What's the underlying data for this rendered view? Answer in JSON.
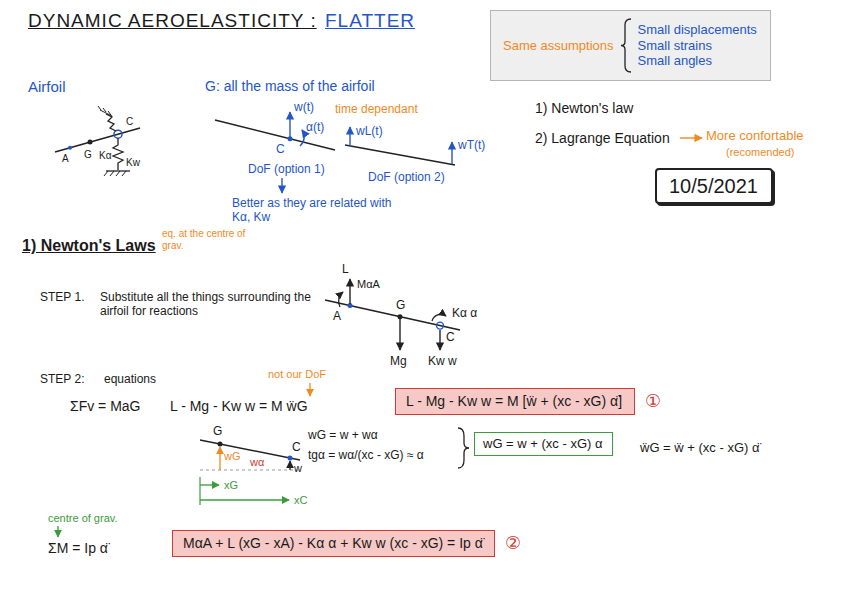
{
  "diagram": {
    "title": "DYNAMIC AEROELASTICITY :",
    "nodes": [
      {
        "text": [
          "Same assumptions",
          "Small displacements",
          "Small strains",
          "Small angles"
        ]
      },
      {
        "text": [
          "10/5/2021"
        ]
      },
      {
        "text": [
          "L - Mg - Kw w = M [ẅ + (xc - xG) α̈]"
        ]
      },
      {
        "text": [
          "wG = w + (xc - xG) α"
        ]
      },
      {
        "text": [
          "MαA + L (xG - xA) - Kα α + Kw w (xc - xG) = Ip α̈"
        ]
      }
    ],
    "labels": [
      "FLATTER",
      "Airfoil",
      "G: all the mass of the airfoil",
      "A",
      "G",
      "Kα",
      "C",
      "Kw",
      "w(t)",
      "time dependant",
      "α(t)",
      "C",
      "DoF (option 1)",
      "Better as they are related with Kα, Kw",
      "wL(t)",
      "wT(t)",
      "DoF (option 2)",
      "1) Newton's law",
      "2) Lagrange Equation",
      "More confortable",
      "(recomended)",
      "1) Newton's Laws",
      "eq. at the centre of grav.",
      "STEP 1.",
      "Substitute all the things surrounding the airfoil for reactions",
      "L",
      "MαA",
      "A",
      "G",
      "Kα α",
      "C",
      "Mg",
      "Kw w",
      "STEP 2:",
      "equations",
      "not our DoF",
      "ΣFv = MaG",
      "L - Mg - Kw w = M ẅG",
      "①",
      "G",
      "C",
      "wG",
      "wα",
      "w",
      "xG",
      "xC",
      "wG = w + wα",
      "tgα = wα/(xc - xG) ≈ α",
      "ẅG = ẅ + (xc - xG) α̈",
      "centre of grav.",
      "ΣM = Ip α̈",
      "②"
    ]
  }
}
